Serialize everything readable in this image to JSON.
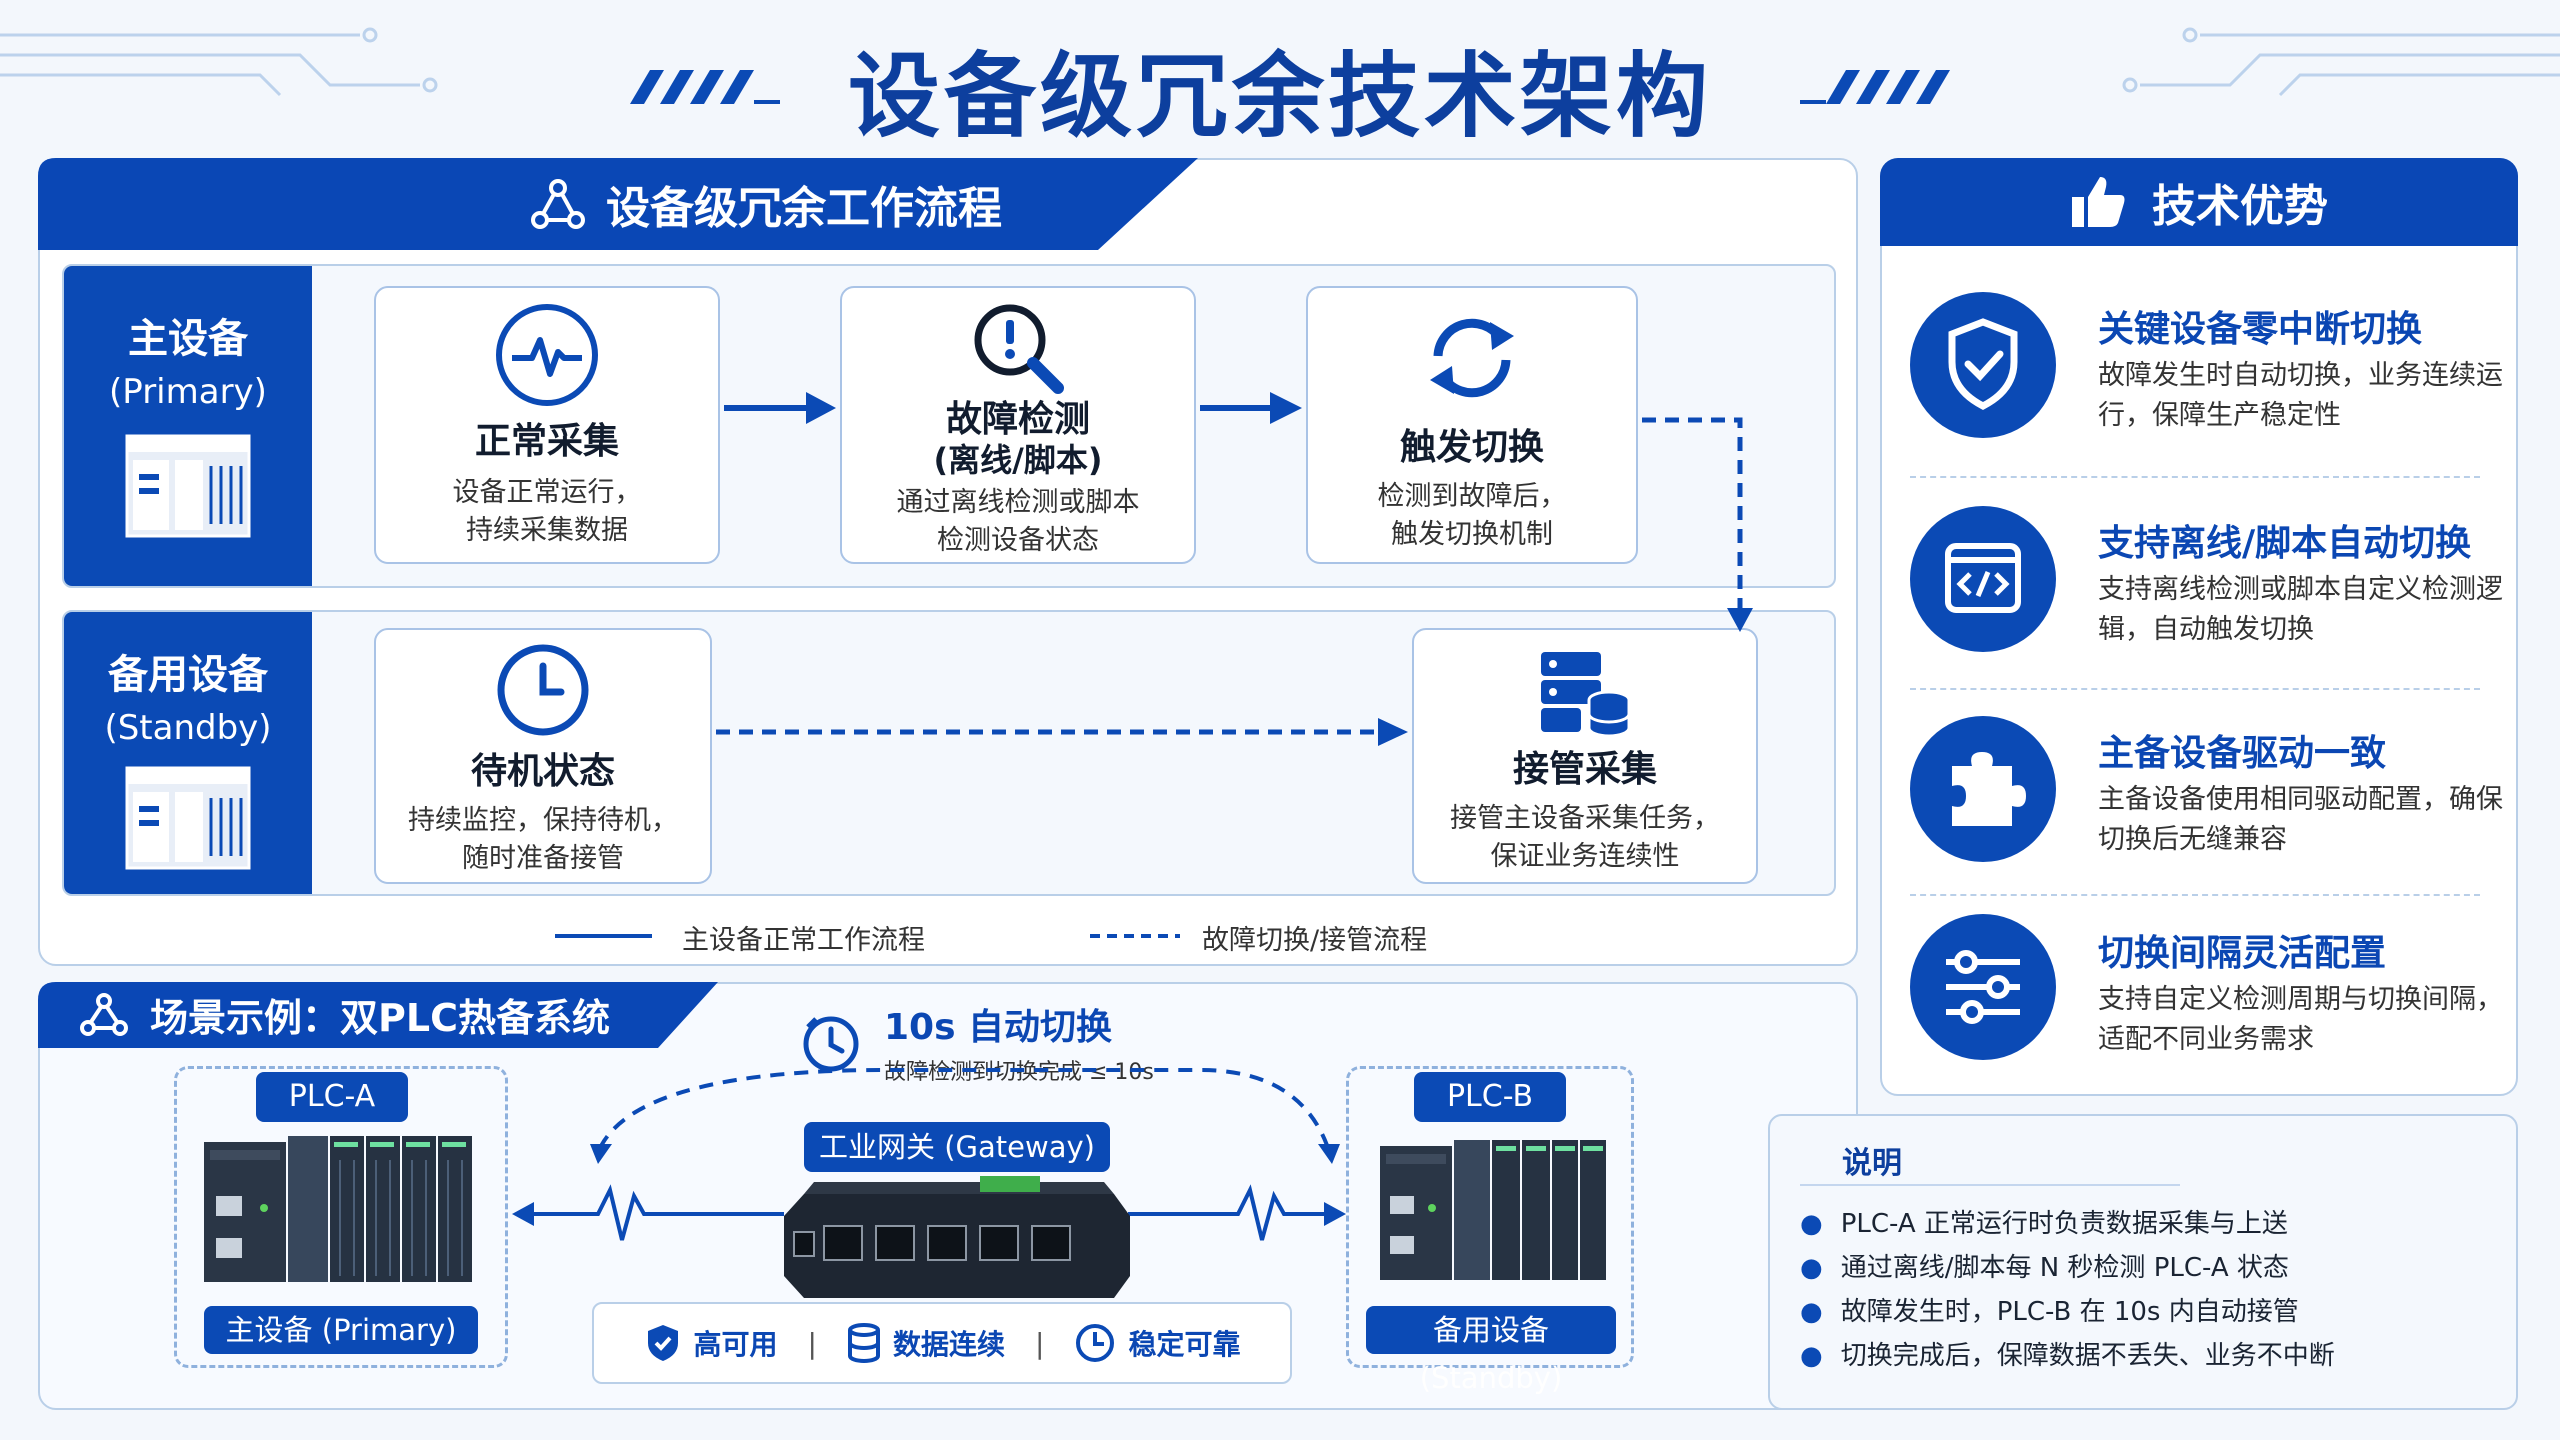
{
  "title": "设备级冗余技术架构",
  "workflow": {
    "header": "设备级冗余工作流程",
    "primary_lane": {
      "name": "主设备",
      "sub": "(Primary)"
    },
    "standby_lane": {
      "name": "备用设备",
      "sub": "(Standby)"
    },
    "nodes": {
      "collect": {
        "title": "正常采集",
        "desc1": "设备正常运行，",
        "desc2": "持续采集数据",
        "icon": "pulse-icon"
      },
      "detect": {
        "title": "故障检测",
        "title2": "(离线/脚本)",
        "desc1": "通过离线检测或脚本",
        "desc2": "检测设备状态",
        "icon": "search-alert-icon"
      },
      "trigger": {
        "title": "触发切换",
        "desc1": "检测到故障后，",
        "desc2": "触发切换机制",
        "icon": "refresh-icon"
      },
      "standby": {
        "title": "待机状态",
        "desc1": "持续监控，保持待机，",
        "desc2": "随时准备接管",
        "icon": "clock-icon"
      },
      "takeover": {
        "title": "接管采集",
        "desc1": "接管主设备采集任务，",
        "desc2": "保证业务连续性",
        "icon": "database-server-icon"
      }
    },
    "legend": {
      "solid": "主设备正常工作流程",
      "dashed": "故障切换/接管流程"
    }
  },
  "advantages": {
    "header": "技术优势",
    "items": [
      {
        "title": "关键设备零中断切换",
        "desc": "故障发生时自动切换，业务连续运行，保障生产稳定性",
        "icon": "shield-check-icon"
      },
      {
        "title": "支持离线/脚本自动切换",
        "desc": "支持离线检测或脚本自定义检测逻辑，自动触发切换",
        "icon": "code-window-icon"
      },
      {
        "title": "主备设备驱动一致",
        "desc": "主备设备使用相同驱动配置，确保切换后无缝兼容",
        "icon": "puzzle-icon"
      },
      {
        "title": "切换间隔灵活配置",
        "desc": "支持自定义检测周期与切换间隔，适配不同业务需求",
        "icon": "sliders-icon"
      }
    ]
  },
  "scene": {
    "header": "场景示例：双PLC热备系统",
    "switch_title": "10s 自动切换",
    "switch_sub": "故障检测到切换完成 ≤ 10s",
    "plc_a": "PLC-A",
    "plc_b": "PLC-B",
    "primary_label": "主设备 (Primary)",
    "standby_label": "备用设备 (Standby)",
    "gateway": "工业网关 (Gateway)",
    "features": [
      "高可用",
      "数据连续",
      "稳定可靠"
    ],
    "divider": "|"
  },
  "notes": {
    "header": "说明",
    "items": [
      "PLC-A 正常运行时负责数据采集与上送",
      "通过离线/脚本每 N 秒检测 PLC-A 状态",
      "故障发生时，PLC-B 在 10s 内自动接管",
      "切换完成后，保障数据不丢失、业务不中断"
    ]
  },
  "colors": {
    "primary": "#0b4ab5",
    "dark_title": "#0d3f9e",
    "border": "#b9cfe8",
    "background": "#f3f7fc"
  }
}
